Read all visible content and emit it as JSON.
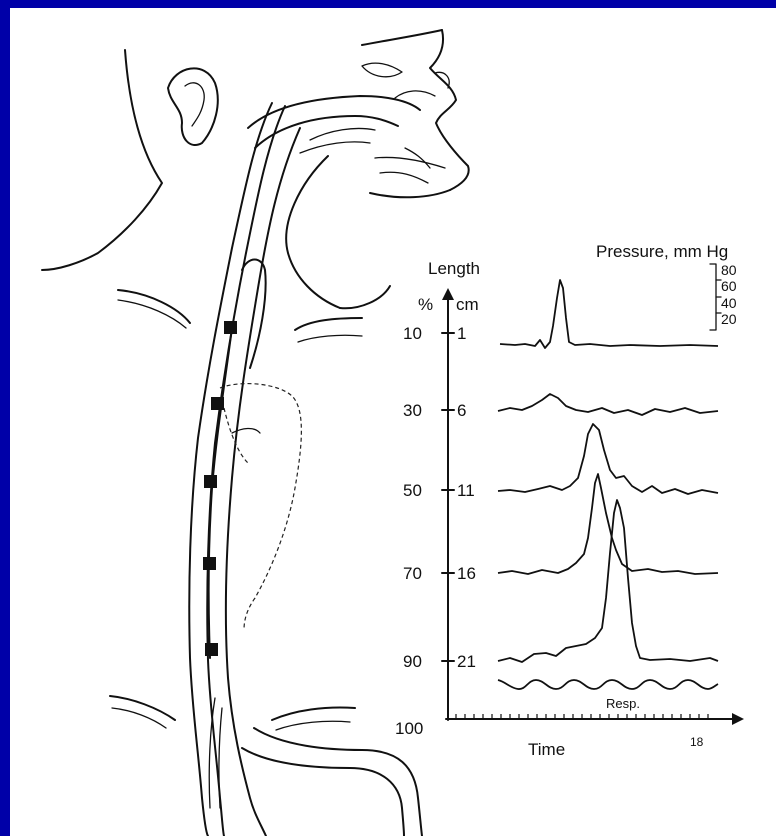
{
  "figure": {
    "pressure_title": "Pressure, mm Hg",
    "length_title": "Length",
    "percent_unit": "%",
    "cm_unit": "cm",
    "pressure_scale": [
      "80",
      "60",
      "40",
      "20"
    ],
    "rows": [
      {
        "percent": "10",
        "cm": "1"
      },
      {
        "percent": "30",
        "cm": "6"
      },
      {
        "percent": "50",
        "cm": "11"
      },
      {
        "percent": "70",
        "cm": "16"
      },
      {
        "percent": "90",
        "cm": "21"
      }
    ],
    "bottom_percent": "100",
    "resp_label": "Resp.",
    "time_label": "Time",
    "time_tick": "18"
  },
  "colors": {
    "border": "#0000a8",
    "ink": "#111111",
    "paper": "#ffffff"
  }
}
